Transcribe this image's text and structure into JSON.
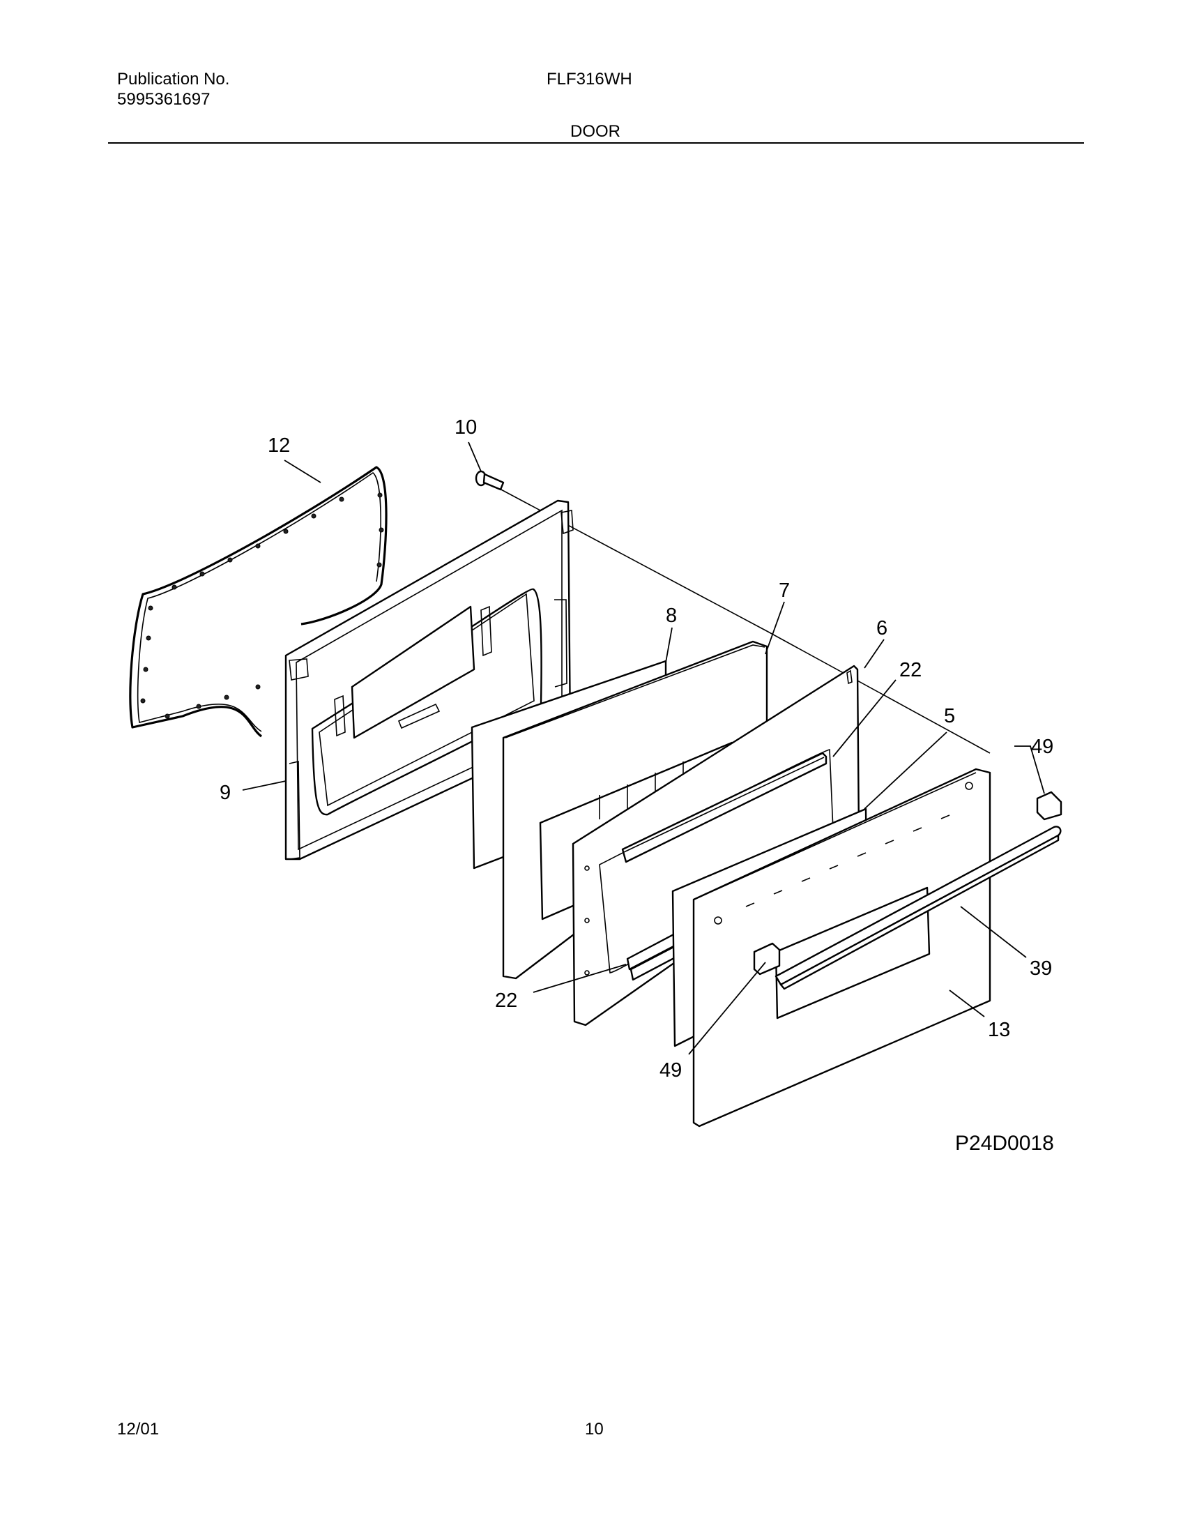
{
  "header": {
    "publication_label": "Publication No.",
    "publication_number": "5995361697",
    "model": "FLF316WH",
    "section_title": "DOOR"
  },
  "diagram": {
    "callouts": {
      "c12": "12",
      "c10": "10",
      "c7": "7",
      "c8": "8",
      "c6": "6",
      "c22_top": "22",
      "c5": "5",
      "c49_top": "49",
      "c9": "9",
      "c39": "39",
      "c13": "13",
      "c22_bottom": "22",
      "c49_bottom": "49"
    },
    "drawing_id": "P24D0018"
  },
  "footer": {
    "date": "12/01",
    "page_number": "10"
  }
}
